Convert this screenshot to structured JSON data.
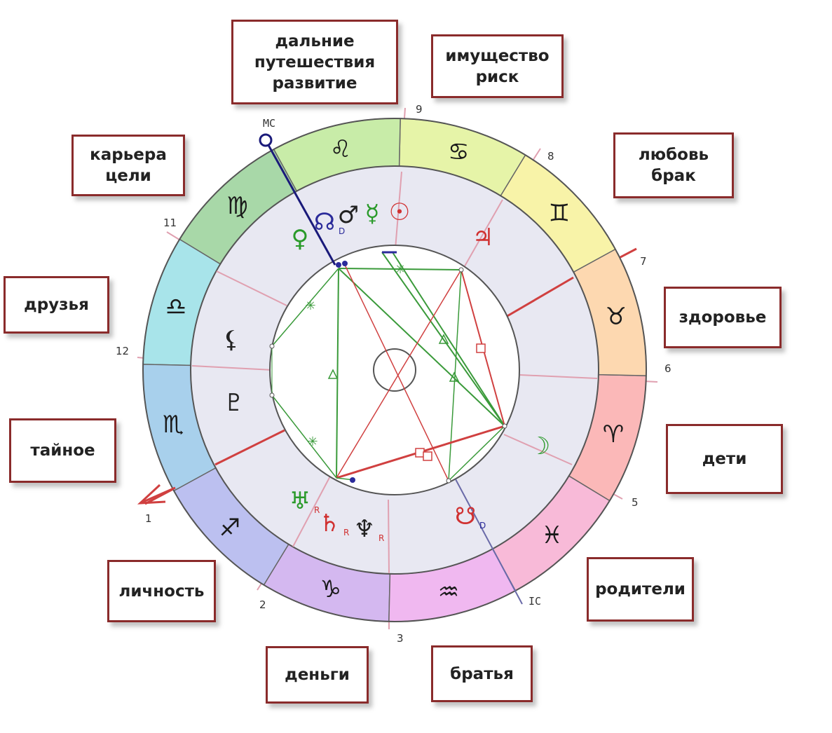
{
  "colors": {
    "label_border": "#8a2b2b",
    "house_line": "#e0a0b0",
    "aspect_red": "#d04040",
    "aspect_green": "#3a9a3a",
    "axis_blue": "#1a1a7a"
  },
  "labels": [
    {
      "id": "house-9",
      "text": "дальние\nпутешествия\nразвитие"
    },
    {
      "id": "house-8",
      "text": "имущество\nриск"
    },
    {
      "id": "house-10",
      "text": "карьера\nцели"
    },
    {
      "id": "house-7",
      "text": "любовь\nбрак"
    },
    {
      "id": "house-11",
      "text": "друзья"
    },
    {
      "id": "house-6",
      "text": "здоровье"
    },
    {
      "id": "house-12",
      "text": "тайное"
    },
    {
      "id": "house-5",
      "text": "дети"
    },
    {
      "id": "house-1",
      "text": "личность"
    },
    {
      "id": "house-4",
      "text": "родители"
    },
    {
      "id": "house-2",
      "text": "деньги"
    },
    {
      "id": "house-3",
      "text": "братья"
    }
  ],
  "zodiac": [
    {
      "name": "aries-icon",
      "glyph": "♈",
      "color": "#fbb8b8"
    },
    {
      "name": "taurus-icon",
      "glyph": "♉",
      "color": "#fdd8b0"
    },
    {
      "name": "gemini-icon",
      "glyph": "♊",
      "color": "#f8f3a8"
    },
    {
      "name": "cancer-icon",
      "glyph": "♋",
      "color": "#e6f4a8"
    },
    {
      "name": "leo-icon",
      "glyph": "♌",
      "color": "#c8eca8"
    },
    {
      "name": "virgo-icon",
      "glyph": "♍",
      "color": "#a8d8a8"
    },
    {
      "name": "libra-icon",
      "glyph": "♎",
      "color": "#a8e4ea"
    },
    {
      "name": "scorpio-icon",
      "glyph": "♏",
      "color": "#a8d0ec"
    },
    {
      "name": "sagittarius-icon",
      "glyph": "♐",
      "color": "#bcc0f0"
    },
    {
      "name": "capricorn-icon",
      "glyph": "♑",
      "color": "#d4b8f0"
    },
    {
      "name": "aquarius-icon",
      "glyph": "♒",
      "color": "#f0b8f0"
    },
    {
      "name": "pisces-icon",
      "glyph": "♓",
      "color": "#f8bad8"
    }
  ],
  "house_numbers": [
    "1",
    "2",
    "3",
    "5",
    "6",
    "7",
    "8",
    "9",
    "11",
    "12"
  ],
  "axis_labels": {
    "mc": "MC",
    "ic": "IC"
  },
  "planets": [
    {
      "name": "sun-icon",
      "glyph": "☉",
      "color": "#d03030"
    },
    {
      "name": "mercury-icon",
      "glyph": "☿",
      "color": "#2a9a2a"
    },
    {
      "name": "mars-icon",
      "glyph": "♂",
      "color": "#222222"
    },
    {
      "name": "north-node-icon",
      "glyph": "☊",
      "color": "#2b2b9a",
      "flag": "D"
    },
    {
      "name": "venus-icon",
      "glyph": "♀",
      "color": "#2a9a2a"
    },
    {
      "name": "jupiter-icon",
      "glyph": "♃",
      "color": "#d03030"
    },
    {
      "name": "lilith-icon",
      "glyph": "⚸",
      "color": "#222222"
    },
    {
      "name": "pluto-icon",
      "glyph": "♇",
      "color": "#222222"
    },
    {
      "name": "moon-icon",
      "glyph": "☽",
      "color": "#2a9a2a"
    },
    {
      "name": "uranus-icon",
      "glyph": "♅",
      "color": "#2a9a2a",
      "flag": "R"
    },
    {
      "name": "saturn-icon",
      "glyph": "♄",
      "color": "#d03030",
      "flag": "R"
    },
    {
      "name": "neptune-icon",
      "glyph": "♆",
      "color": "#222222",
      "flag": "R"
    },
    {
      "name": "south-node-icon",
      "glyph": "☋",
      "color": "#d03030",
      "flag": "D"
    }
  ]
}
